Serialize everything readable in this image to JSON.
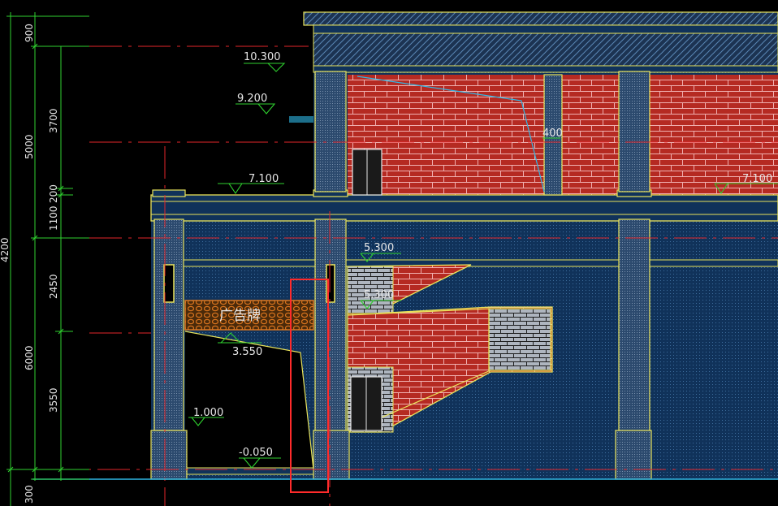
{
  "drawing": {
    "vertical_dimensions": {
      "outer": [
        "5000",
        "1100",
        "6000",
        "300"
      ],
      "inner": [
        "900",
        "3700",
        "200",
        "2450",
        "3550"
      ],
      "cut_off_total": "4200"
    },
    "levels": [
      {
        "id": "lvl-10300",
        "text": "10.300"
      },
      {
        "id": "lvl-9200",
        "text": "9.200"
      },
      {
        "id": "lvl-7100-left",
        "text": "7.100"
      },
      {
        "id": "lvl-7100-right",
        "text": "7.100"
      },
      {
        "id": "lvl-400",
        "text": "400"
      },
      {
        "id": "lvl-5300-a",
        "text": "5.300"
      },
      {
        "id": "lvl-5300-b",
        "text": "5.300"
      },
      {
        "id": "lvl-3550",
        "text": "3.550"
      },
      {
        "id": "lvl-1000",
        "text": "1.000"
      },
      {
        "id": "lvl-minus-0050",
        "text": "-0.050"
      }
    ],
    "signboard_text": "广告牌",
    "colors": {
      "background": "#000000",
      "wall_blue": "#10325a",
      "brick_red": "#b52a22",
      "structure_yellow": "#e9e35a",
      "axis_red": "#e3262a",
      "dimension_green": "#2fd12f",
      "highlight_box": "#ff2b2b",
      "ground_cyan": "#2fb8e6",
      "signboard_orange": "#d9741e"
    }
  }
}
